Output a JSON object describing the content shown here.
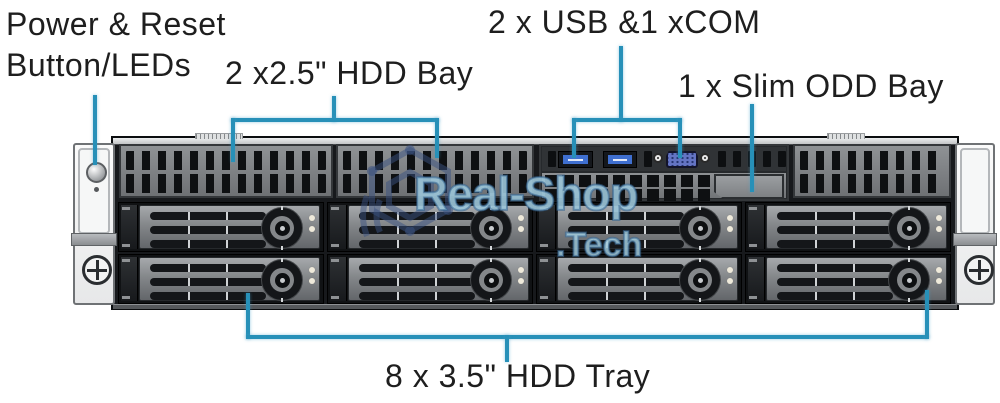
{
  "labels": {
    "power_reset": {
      "line1": "Power & Reset",
      "line2": "Button/LEDs"
    },
    "hdd_bay_25": "2 x2.5\" HDD Bay",
    "usb_com": "2 x USB &1 xCOM",
    "odd_bay": "1 x Slim ODD Bay",
    "hdd_tray_35": "8 x 3.5\" HDD Tray"
  },
  "watermark": {
    "brand": "Real-Shop",
    "tld": ".Tech"
  },
  "colors": {
    "callout_blue": "#2790b8",
    "usb_port_blue": "#3f6fd0",
    "vga_port_blue": "#6474c4",
    "chassis_dark": "#17191c",
    "label_text": "#1e1e1e"
  },
  "icons": {
    "power_button": "power-button",
    "power_led": "status-led",
    "thumbscrew": "thumbscrew",
    "usb_port": "usb-port",
    "vga_port": "vga-com-port",
    "tray_lock": "tray-lock-knob"
  }
}
